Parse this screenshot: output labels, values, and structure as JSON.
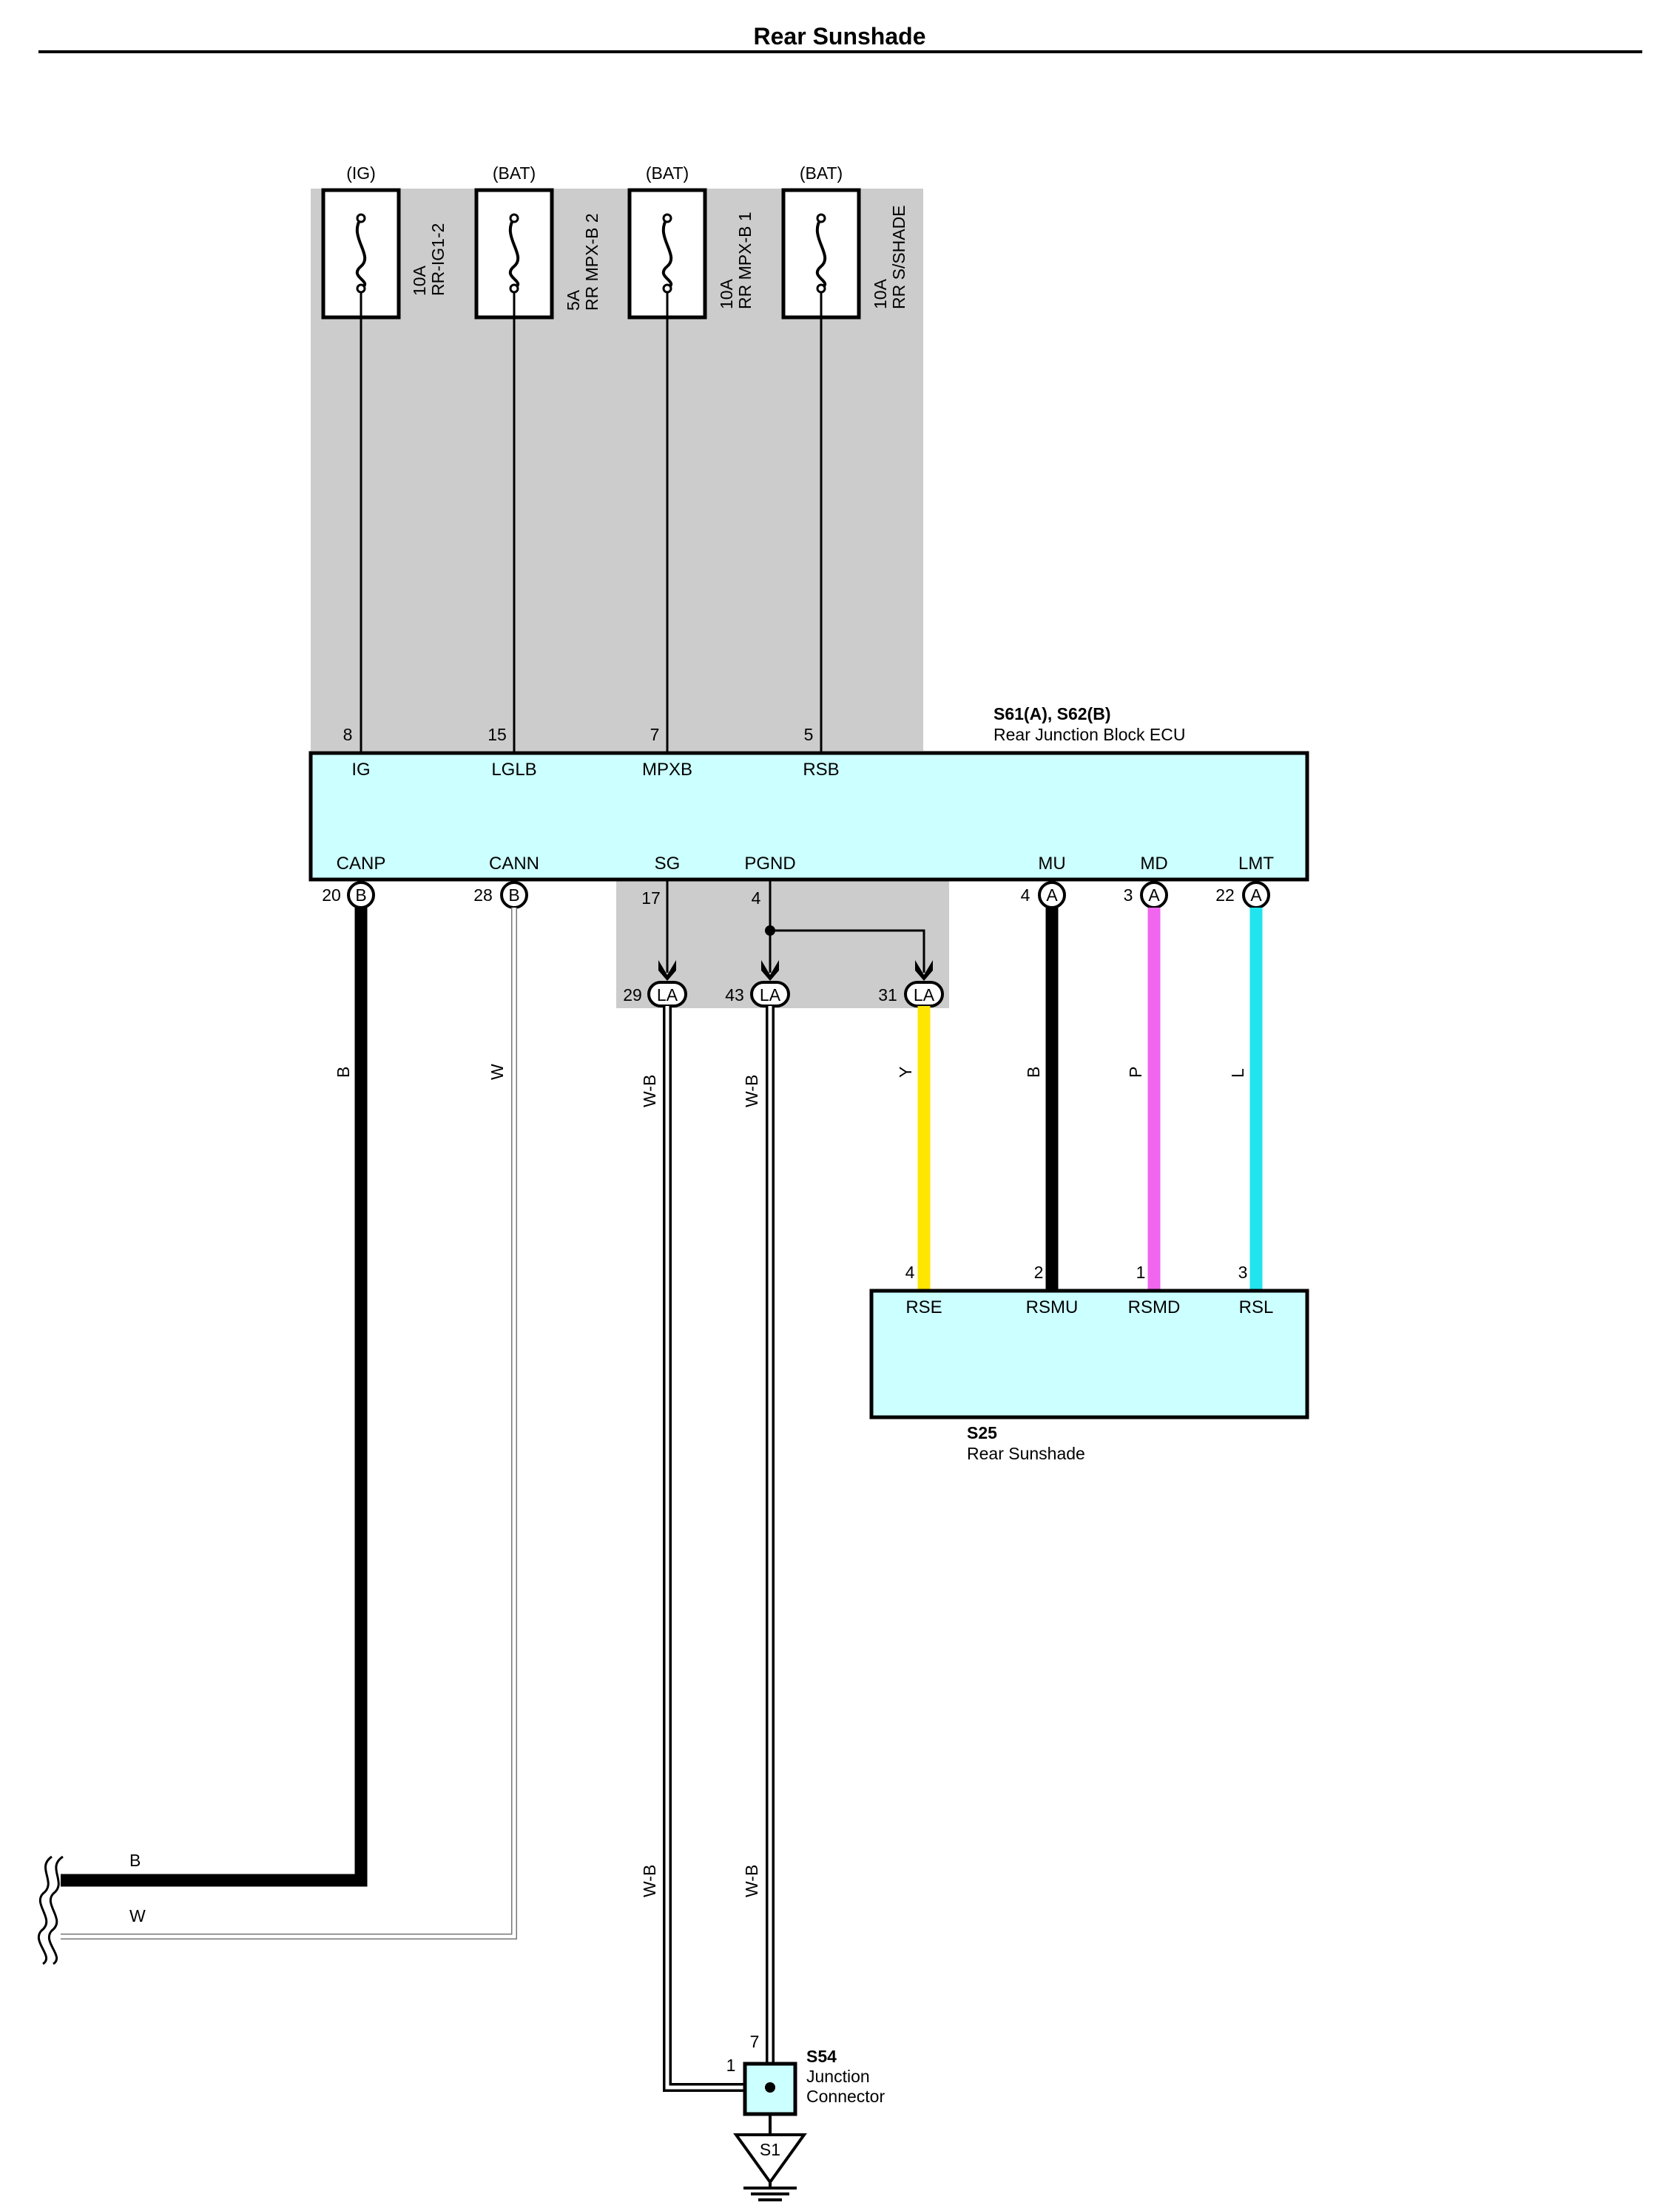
{
  "title": "Rear Sunshade",
  "fuses": [
    {
      "source": "(IG)",
      "amp": "10A",
      "name": "RR-IG1-2"
    },
    {
      "source": "(BAT)",
      "amp": "5A",
      "name": "RR MPX-B 2"
    },
    {
      "source": "(BAT)",
      "amp": "10A",
      "name": "RR MPX-B 1"
    },
    {
      "source": "(BAT)",
      "amp": "10A",
      "name": "RR S/SHADE"
    }
  ],
  "ecu": {
    "code": "S61(A), S62(B)",
    "name": "Rear Junction Block ECU",
    "top_pins": [
      {
        "num": "8",
        "sig": "IG"
      },
      {
        "num": "15",
        "sig": "LGLB"
      },
      {
        "num": "7",
        "sig": "MPXB"
      },
      {
        "num": "5",
        "sig": "RSB"
      }
    ],
    "bottom_pins": [
      {
        "num": "20",
        "conn": "B",
        "sig": "CANP"
      },
      {
        "num": "28",
        "conn": "B",
        "sig": "CANN"
      },
      {
        "num": "17",
        "conn": "",
        "sig": "SG"
      },
      {
        "num": "4",
        "conn": "",
        "sig": "PGND"
      },
      {
        "num": "4",
        "conn": "A",
        "sig": "MU"
      },
      {
        "num": "3",
        "conn": "A",
        "sig": "MD"
      },
      {
        "num": "22",
        "conn": "A",
        "sig": "LMT"
      }
    ]
  },
  "la_connectors": [
    {
      "num": "29",
      "label": "LA"
    },
    {
      "num": "43",
      "label": "LA"
    },
    {
      "num": "31",
      "label": "LA"
    }
  ],
  "wires": {
    "canp": "B",
    "cann": "W",
    "sg": "W-B",
    "pgnd": "W-B",
    "rse": "Y",
    "rsmu": "B",
    "rsmd": "P",
    "rsl": "L",
    "left_b": "B",
    "left_w": "W"
  },
  "colors": {
    "yellow": "#ffe600",
    "black": "#000000",
    "pink": "#f066ee",
    "cyan": "#22e4ee",
    "component_fill": "#ccffff",
    "shade": "#cccccc"
  },
  "sunshade": {
    "code": "S25",
    "name": "Rear Sunshade",
    "pins": [
      {
        "num": "4",
        "sig": "RSE"
      },
      {
        "num": "2",
        "sig": "RSMU"
      },
      {
        "num": "1",
        "sig": "RSMD"
      },
      {
        "num": "3",
        "sig": "RSL"
      }
    ]
  },
  "junction": {
    "code": "S54",
    "name_line1": "Junction",
    "name_line2": "Connector",
    "pin_top": "7",
    "pin_left": "1"
  },
  "ground": {
    "label": "S1"
  }
}
